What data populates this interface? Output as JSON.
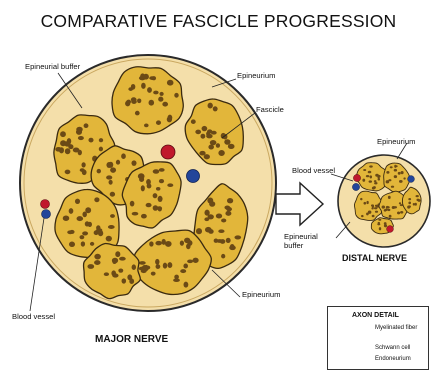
{
  "title": "COMPARATIVE FASCICLE PROGRESSION",
  "major": {
    "name": "MAJOR NERVE",
    "labels": {
      "epineurial_buffer": "Epineurial buffer",
      "epineurium_top": "Epineurium",
      "fascicle": "Fascicle",
      "epineurium_bottom": "Epineurium",
      "blood_vessel": "Blood vessel"
    }
  },
  "distal": {
    "name": "DISTAL NERVE",
    "labels": {
      "blood_vessel": "Blood vessel",
      "epineurium": "Epineurium",
      "epineurial_buffer": "Epineurial\nbuffer"
    }
  },
  "axon_detail": {
    "title": "AXON DETAIL",
    "labels": [
      "Myelinated fiber",
      "Schwann cell",
      "Endoneurium"
    ]
  },
  "colors": {
    "epineurium_fill": "#f4dfaa",
    "fascicle_fill": "#e2b63a",
    "fascicle_outline": "#3a2a10",
    "axon": "#6b4a16",
    "vessel_red": "#c0182c",
    "vessel_blue": "#22459a"
  }
}
